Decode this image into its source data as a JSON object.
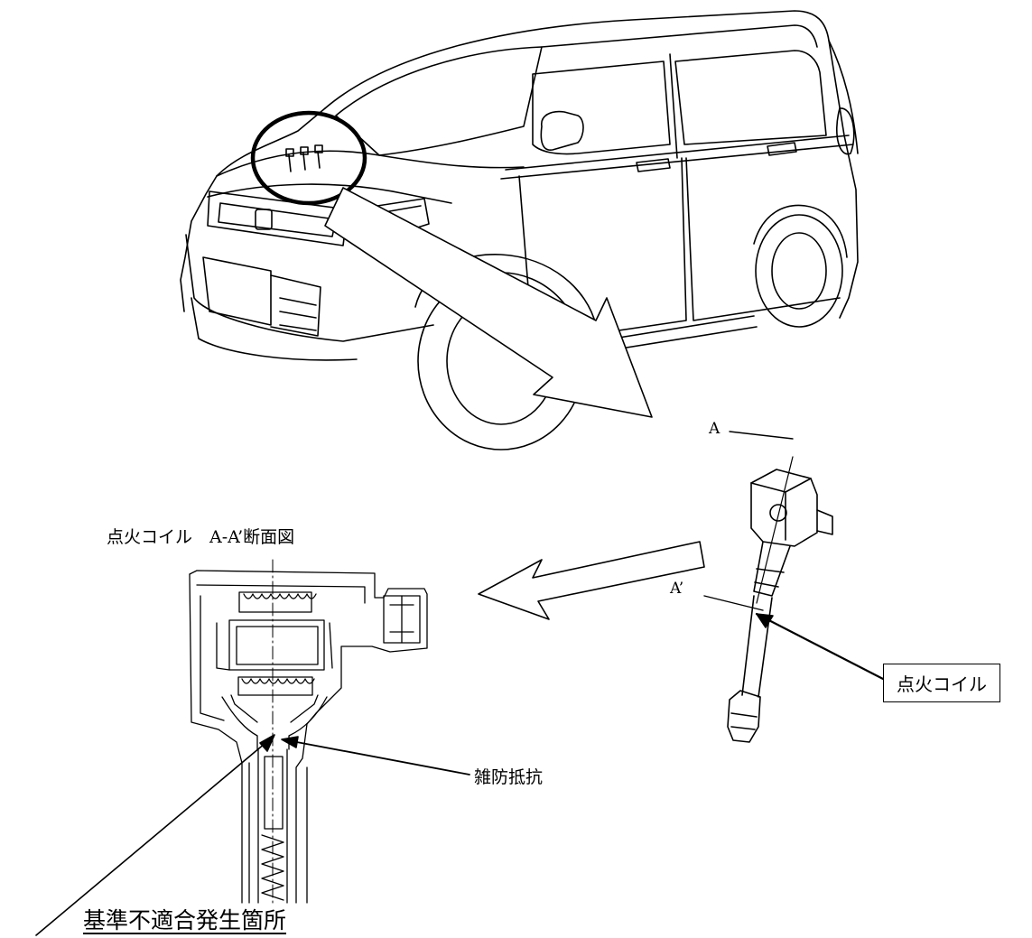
{
  "labels": {
    "section_title": "点火コイル　A-A’断面図",
    "section_a": "A",
    "section_a_prime": "A’",
    "ignition_coil": "点火コイル",
    "noise_resistor": "雑防抵抗",
    "nonconformity_location": "基準不適合発生箇所"
  }
}
